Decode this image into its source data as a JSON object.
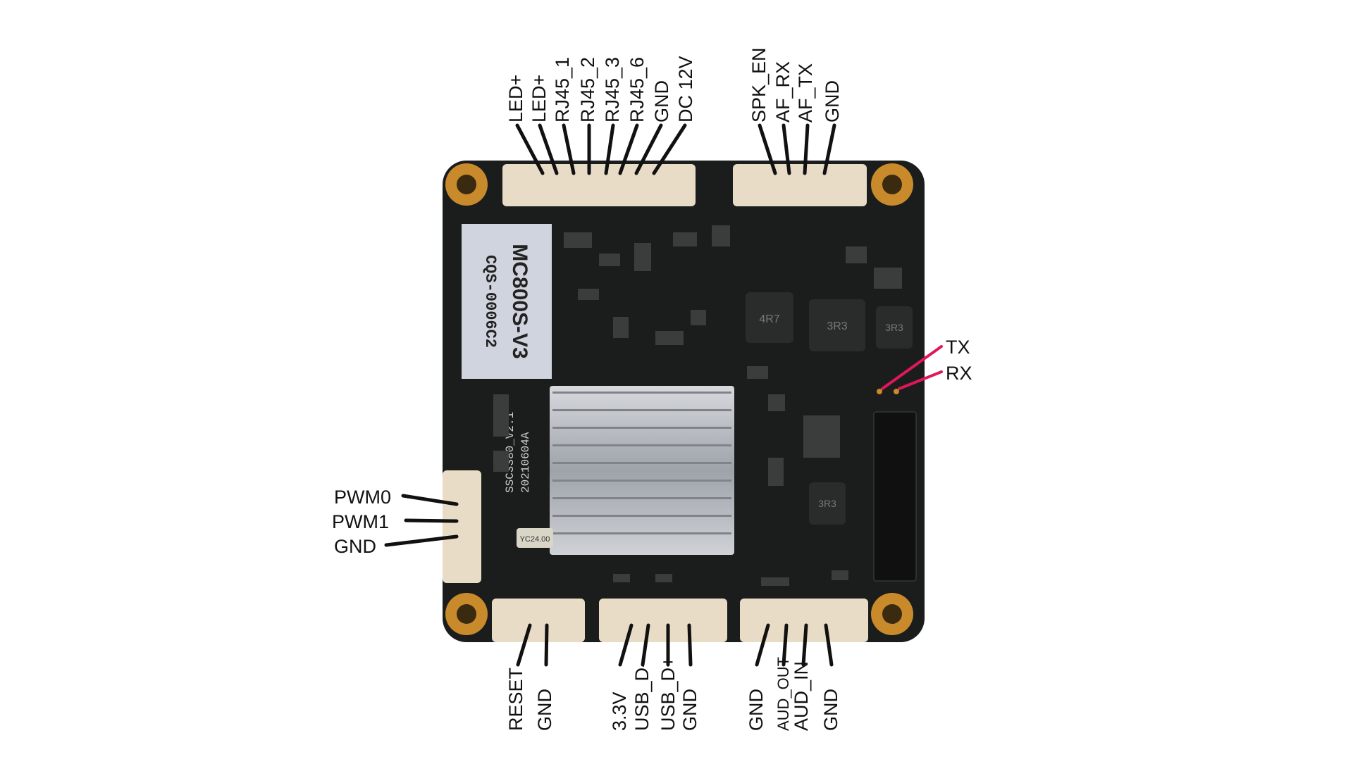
{
  "board": {
    "module_label_line1": "MC800S-V3",
    "module_label_line2": "CQS-0006C2",
    "silkscreen_line1": "SSC3380_V2.1",
    "silkscreen_line2": "20210604A",
    "crystal_text": "YC24.00",
    "inductor_1": "4R7",
    "inductor_2": "3R3",
    "inductor_3": "3R3",
    "inductor_4": "3R3"
  },
  "connectors": {
    "top_left": [
      "LED+",
      "LED+",
      "RJ45_1",
      "RJ45_2",
      "RJ45_3",
      "RJ45_6",
      "GND",
      "DC 12V"
    ],
    "top_right": [
      "SPK_EN",
      "AF_RX",
      "AF_TX",
      "GND"
    ],
    "left": [
      "PWM0",
      "PWM1",
      "GND"
    ],
    "bottom_1": [
      "RESET",
      "GND"
    ],
    "bottom_2": [
      "3.3V",
      "USB_D-",
      "USB_D+",
      "GND"
    ],
    "bottom_3": [
      "GND",
      "AUD_OUT",
      "AUD_IN",
      "GND"
    ],
    "uart": [
      "TX",
      "RX"
    ]
  },
  "colors": {
    "pcb": "#1b1d1c",
    "pad_gold": "#c98a2c",
    "connector": "#e8dcc6",
    "heatsink": "#a9adb4",
    "uart_line": "#e0175a",
    "pin_line": "#111111"
  }
}
